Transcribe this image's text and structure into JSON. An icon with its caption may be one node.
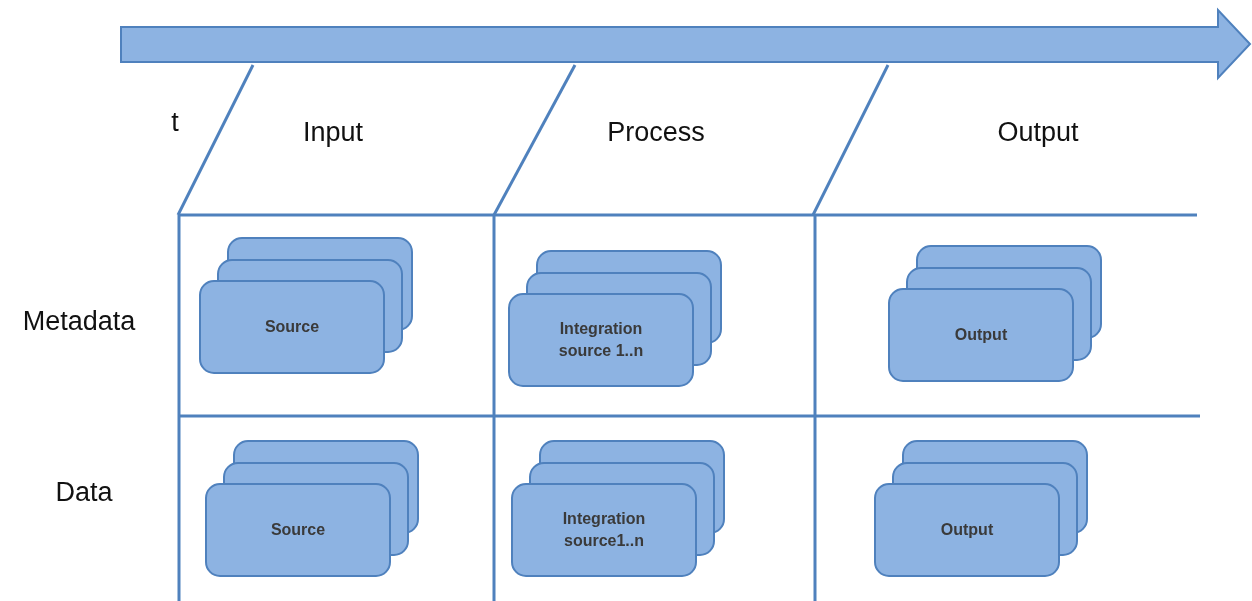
{
  "diagram": {
    "nodes": [
      {
        "text": [
          "Source"
        ]
      },
      {
        "text": [
          "Integration source 1..n"
        ]
      },
      {
        "text": [
          "Output"
        ]
      },
      {
        "text": [
          "Source"
        ]
      },
      {
        "text": [
          "Integration source1..n"
        ]
      },
      {
        "text": [
          "Output"
        ]
      }
    ],
    "edges": [],
    "labels": [
      "t",
      "Input",
      "Process",
      "Output",
      "Metadata",
      "Data"
    ]
  }
}
